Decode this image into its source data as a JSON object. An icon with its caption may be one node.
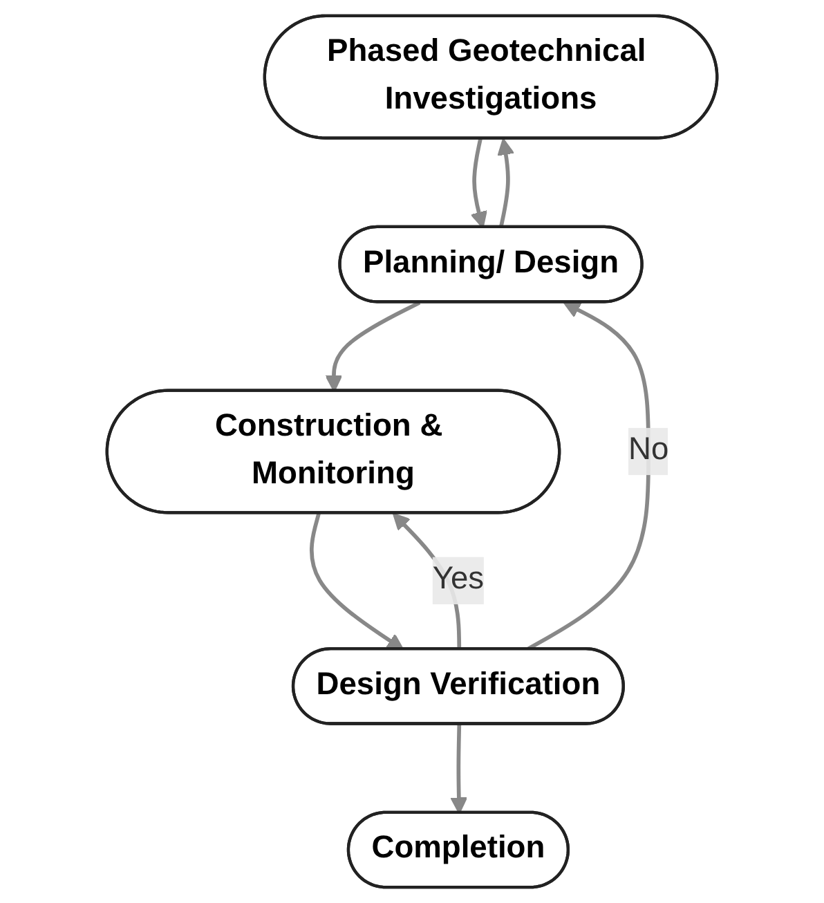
{
  "diagram": {
    "nodes": [
      {
        "text": [
          "Phased Geotechnical Investigations"
        ]
      },
      {
        "text": [
          "Planning/ Design"
        ]
      },
      {
        "text": [
          "Construction & Monitoring"
        ]
      },
      {
        "text": [
          "Design Verification"
        ]
      },
      {
        "text": [
          "Completion"
        ]
      }
    ],
    "edges": [
      {
        "from": 1,
        "to": 0,
        "arrow": "to"
      },
      {
        "from": 0,
        "to": 1,
        "arrow": "to"
      },
      {
        "from": 1,
        "to": 2,
        "arrow": "to"
      },
      {
        "from": 2,
        "to": 3,
        "arrow": "to"
      },
      {
        "from": 3,
        "to": 2,
        "arrow": "to",
        "label": "Yes"
      },
      {
        "from": 3,
        "to": 1,
        "arrow": "to",
        "label": "No"
      },
      {
        "from": 3,
        "to": 4,
        "arrow": "to"
      }
    ]
  }
}
